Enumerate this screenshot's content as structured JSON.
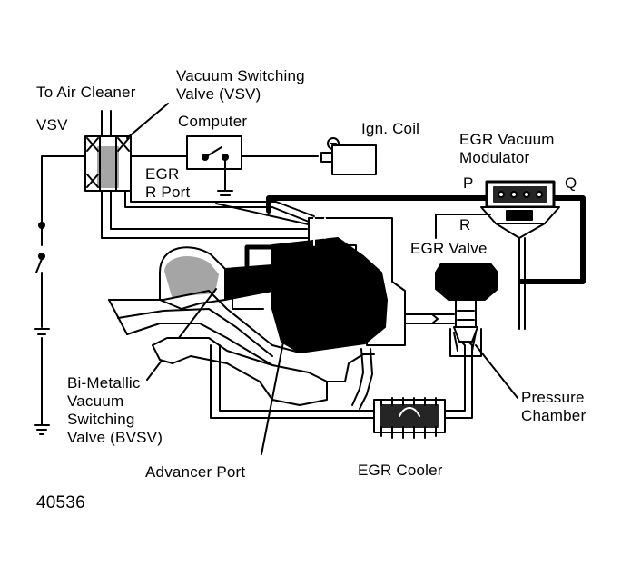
{
  "labels": {
    "to_air_cleaner": "To Air Cleaner",
    "vsv_title_1": "Vacuum Switching",
    "vsv_title_2": "Valve (VSV)",
    "vsv": "VSV",
    "computer": "Computer",
    "ign_coil": "Ign. Coil",
    "egr_vacuum_modulator_1": "EGR Vacuum",
    "egr_vacuum_modulator_2": "Modulator",
    "egr_r_port_1": "EGR",
    "egr_r_port_2": "R Port",
    "port_p": "P",
    "port_q": "Q",
    "port_r": "R",
    "egr_valve": "EGR Valve",
    "bvsv_1": "Bi-Metallic",
    "bvsv_2": "Vacuum",
    "bvsv_3": "Switching",
    "bvsv_4": "Valve (BVSV)",
    "pressure_chamber_1": "Pressure",
    "pressure_chamber_2": "Chamber",
    "advancer_port": "Advancer Port",
    "egr_cooler": "EGR Cooler",
    "figure_code": "40536"
  },
  "colors": {
    "ink": "#000000",
    "paper": "#ffffff"
  }
}
